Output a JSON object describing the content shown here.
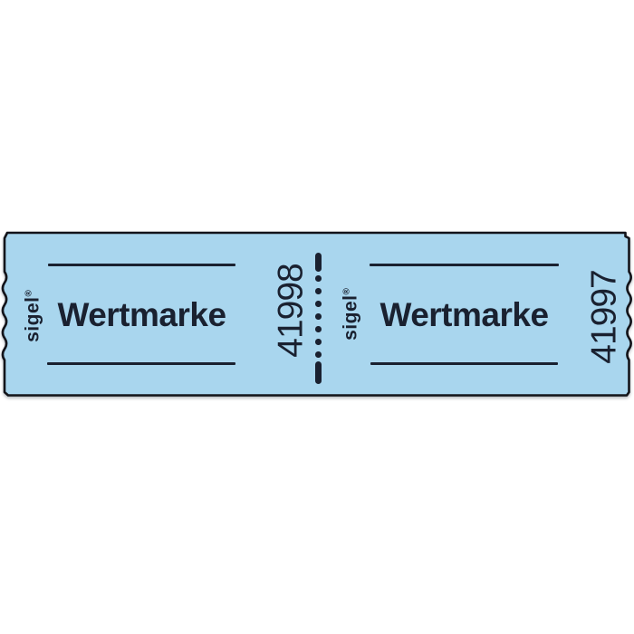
{
  "image_type": "product-photo-ticket-roll",
  "background_color": "#ffffff",
  "strip": {
    "fill_color": "#a9d6ee",
    "outline_color": "#13141a",
    "ink_color": "#1a2130",
    "perforation": {
      "style": "dash-dots-dash",
      "dot_count": 7
    },
    "tickets": [
      {
        "brand": "sigel",
        "registered_mark": "®",
        "title": "Wertmarke",
        "number": "41998"
      },
      {
        "brand": "sigel",
        "registered_mark": "®",
        "title": "Wertmarke",
        "number": "41997"
      }
    ]
  }
}
